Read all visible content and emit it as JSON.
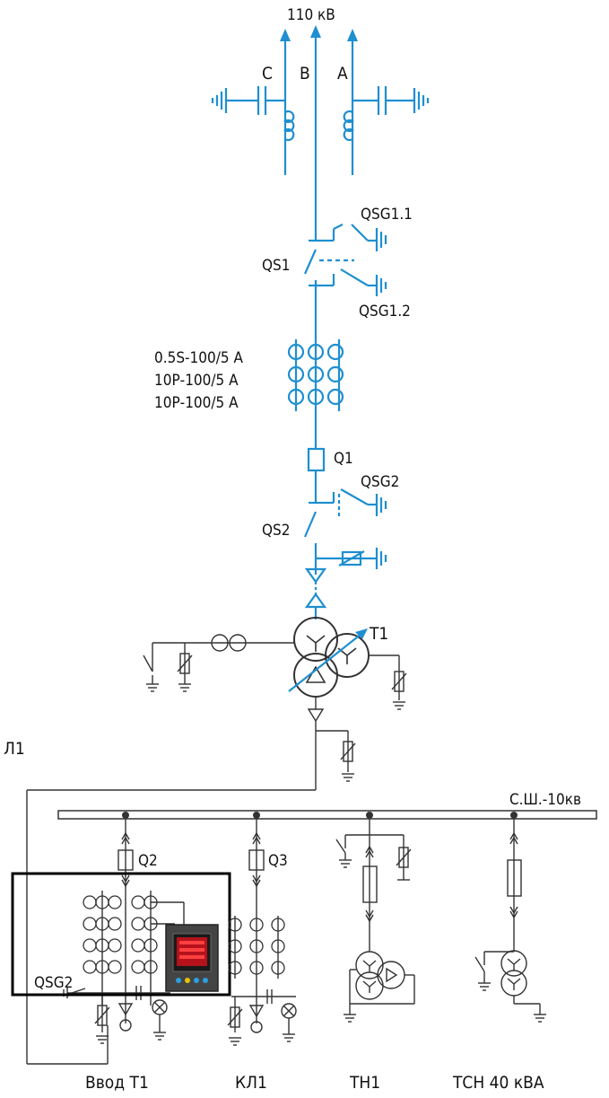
{
  "header": {
    "voltage": "110 кВ"
  },
  "phases": {
    "c": "C",
    "b": "B",
    "a": "A"
  },
  "hv": {
    "qsg11": "QSG1.1",
    "qs1": "QS1",
    "qsg12": "QSG1.2",
    "ct1": "0.5S-100/5 А",
    "ct2": "10Р-100/5 А",
    "ct3": "10Р-100/5 А",
    "q1": "Q1",
    "qsg2": "QSG2",
    "qs2": "QS2",
    "t1": "T1"
  },
  "lv": {
    "l1": "Л1",
    "bus": "С.Ш.-10кв",
    "q2": "Q2",
    "q3": "Q3",
    "qsg2": "QSG2"
  },
  "feeders": {
    "vvod": "Ввод Т1",
    "kl1": "КЛ1",
    "tn1": "ТН1",
    "tsn": "ТСН 40 кВА"
  },
  "colors": {
    "hv_line": "#1e8fd0",
    "lv_line": "#333333",
    "highlight_box": "#000000"
  }
}
